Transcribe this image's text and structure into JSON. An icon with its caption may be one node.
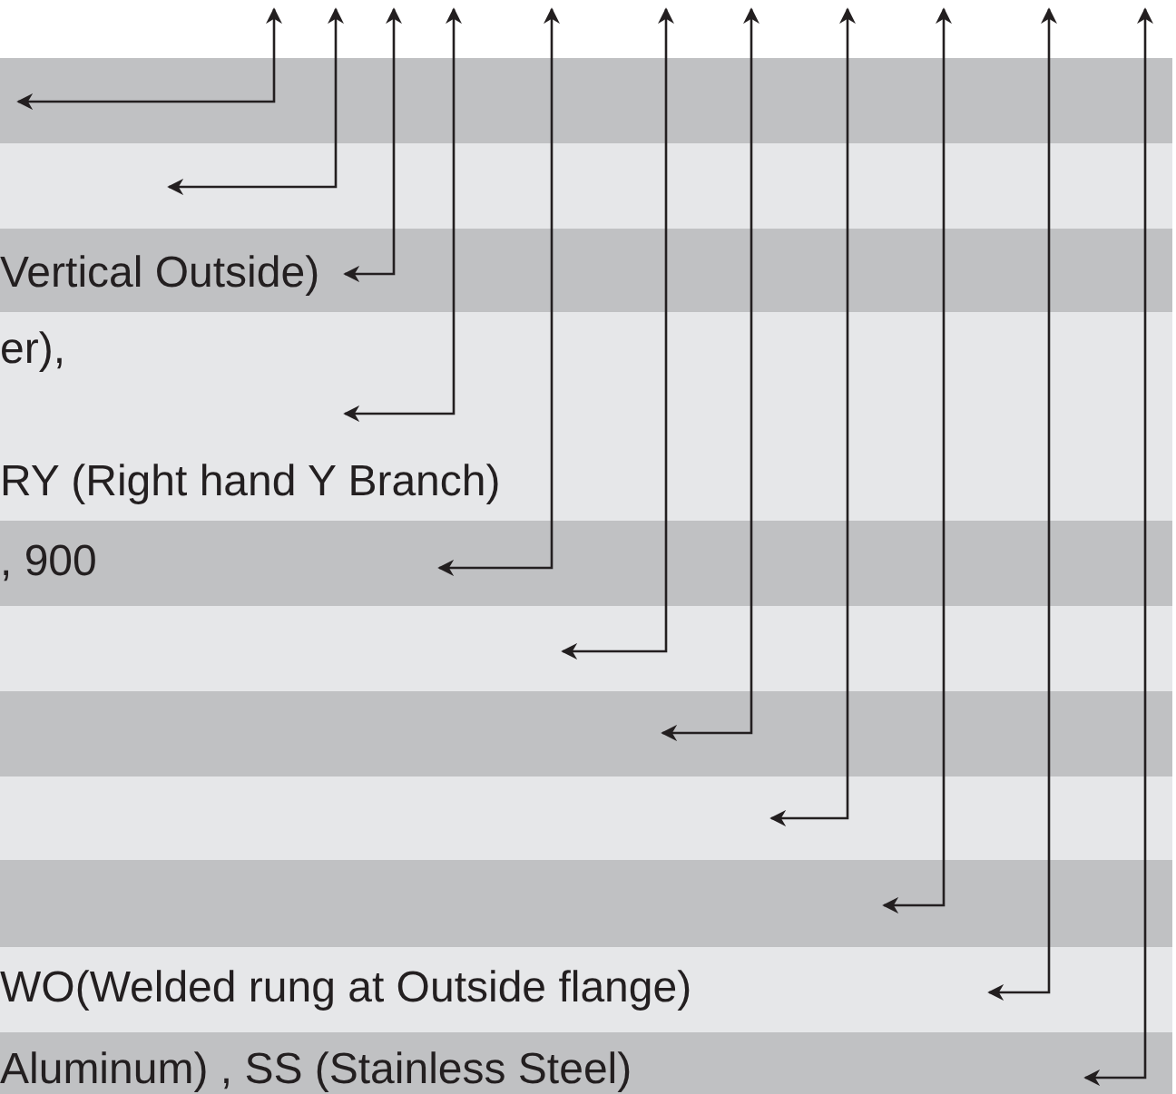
{
  "diagram": {
    "nodes": [
      {
        "text": [],
        "shape": "bar"
      },
      {
        "text": [],
        "shape": "bar"
      },
      {
        "text": [
          "Vertical Outside)"
        ]
      },
      {
        "text": [
          "er),",
          "RY (Right hand Y Branch)"
        ]
      },
      {
        "text": [
          ", 900"
        ]
      },
      {
        "text": [],
        "shape": "bar"
      },
      {
        "text": [],
        "shape": "bar"
      },
      {
        "text": [],
        "shape": "bar"
      },
      {
        "text": [],
        "shape": "bar"
      },
      {
        "text": [
          "WO(Welded rung at Outside flange)"
        ]
      },
      {
        "text": [
          "Aluminum) , SS (Stainless Steel)"
        ]
      }
    ],
    "edges": [
      {
        "from": null,
        "to": 0,
        "arrow": "both"
      },
      {
        "from": null,
        "to": 1,
        "arrow": "both"
      },
      {
        "from": null,
        "to": 2,
        "arrow": "both"
      },
      {
        "from": null,
        "to": 3,
        "arrow": "both"
      },
      {
        "from": null,
        "to": 4,
        "arrow": "both"
      },
      {
        "from": null,
        "to": 5,
        "arrow": "both"
      },
      {
        "from": null,
        "to": 6,
        "arrow": "both"
      },
      {
        "from": null,
        "to": 7,
        "arrow": "both"
      },
      {
        "from": null,
        "to": 8,
        "arrow": "both"
      },
      {
        "from": null,
        "to": 9,
        "arrow": "both"
      },
      {
        "from": null,
        "to": 10,
        "arrow": "both"
      }
    ]
  }
}
